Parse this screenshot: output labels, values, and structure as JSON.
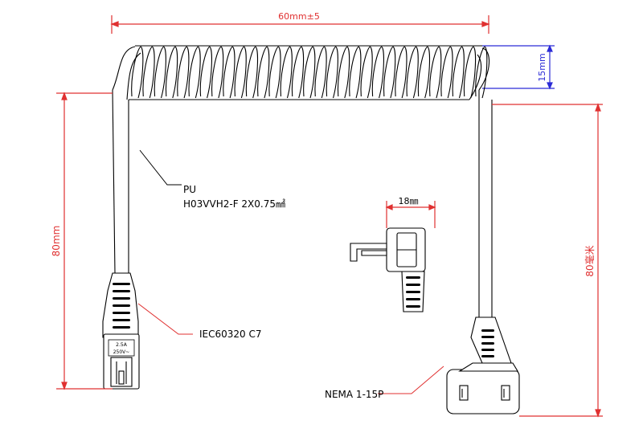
{
  "dimensions": {
    "coil_width": "60mm±5",
    "coil_height": "15mm",
    "left_length": "80mm",
    "plug_width": "18㎜",
    "right_length": "80毫米"
  },
  "labels": {
    "material": "PU",
    "cable_spec": "H03VVH2-F 2X0.75㎟",
    "connector_left": "IEC60320 C7",
    "connector_right": "NEMA 1-15P"
  },
  "connector_markings": {
    "line1": "2.5A",
    "line2": "250V~"
  },
  "colors": {
    "dimension_red": "#e03030",
    "dimension_blue": "#2b2bd6",
    "outline": "#000000"
  }
}
